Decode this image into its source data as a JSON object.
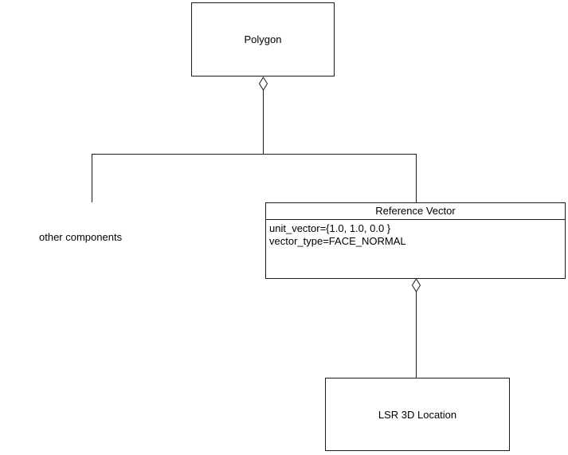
{
  "diagram": {
    "background_color": "#ffffff",
    "line_color": "#1a1a1a",
    "nodes": {
      "polygon": {
        "label": "Polygon"
      },
      "reference_vector": {
        "title": "Reference Vector",
        "attributes": [
          "unit_vector={1.0, 1.0, 0.0 }",
          "vector_type=FACE_NORMAL"
        ]
      },
      "lsr_3d_location": {
        "label": "LSR 3D Location"
      }
    },
    "labels": {
      "other_components": "other components"
    },
    "relationships": [
      "Polygon aggregates: other components, Reference Vector",
      "Reference Vector aggregates: LSR 3D Location"
    ]
  }
}
